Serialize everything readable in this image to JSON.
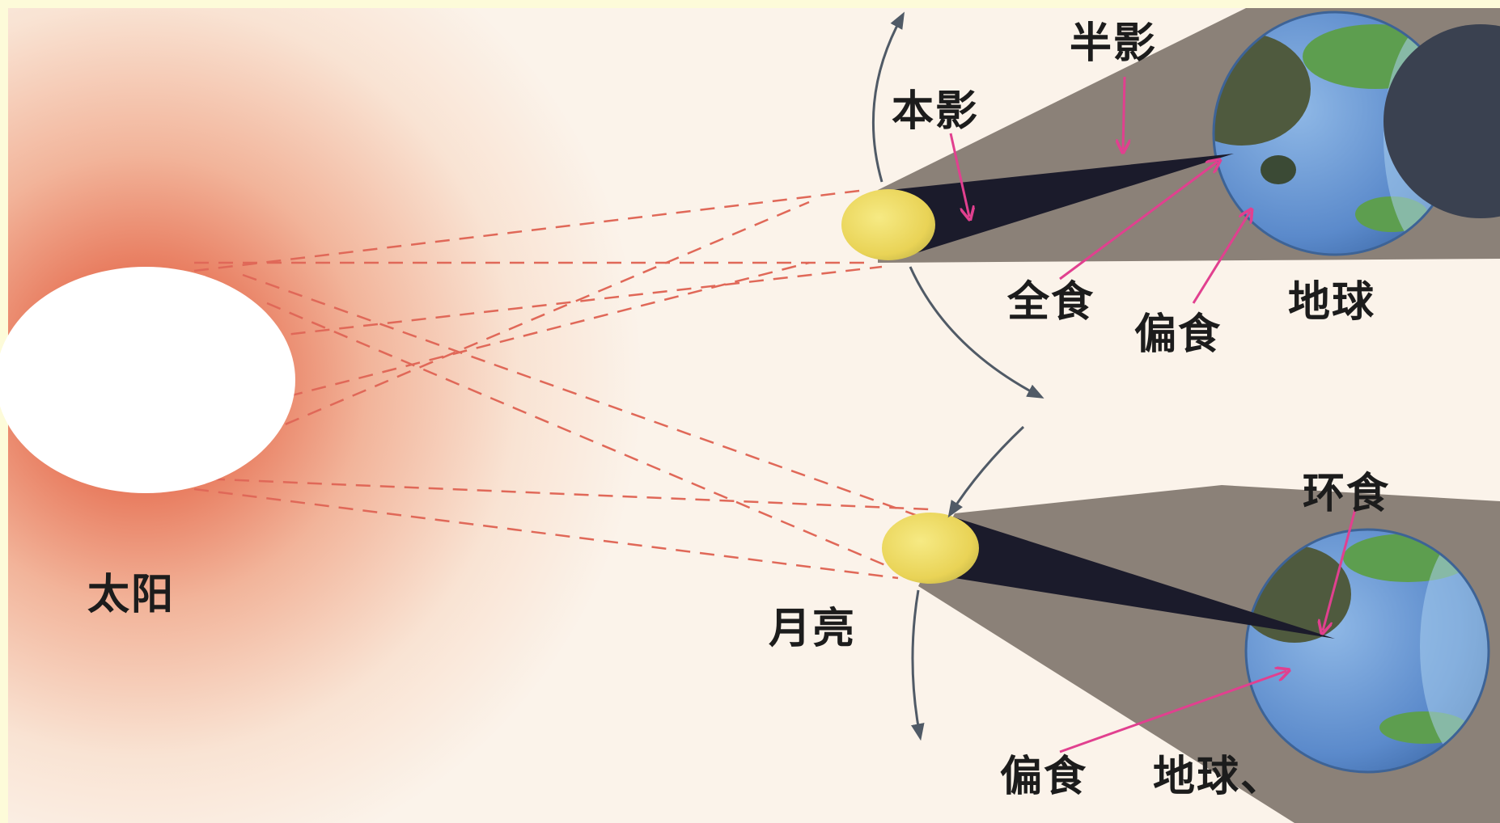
{
  "labels": {
    "sun": "太阳",
    "moon": "月亮",
    "umbra": "本影",
    "penumbra": "半影",
    "total_eclipse": "全食",
    "partial_eclipse_top": "偏食",
    "earth_top": "地球",
    "annular_eclipse": "环食",
    "partial_eclipse_bottom": "偏食",
    "earth_bottom": "地球、"
  },
  "colors": {
    "frame": "#fdfbd9",
    "sun_glow": "#e2674a",
    "sun": "#ffffff",
    "moon": "#f0df6a",
    "umbra": "#1b1b2b",
    "penumbra": "#8b8178",
    "earth_ocean": "#6e9ad3",
    "earth_land": "#5d9e4f",
    "pointer_arrow": "#e1408f",
    "orbit_arrow": "#505a66",
    "ray": "#e06858"
  }
}
